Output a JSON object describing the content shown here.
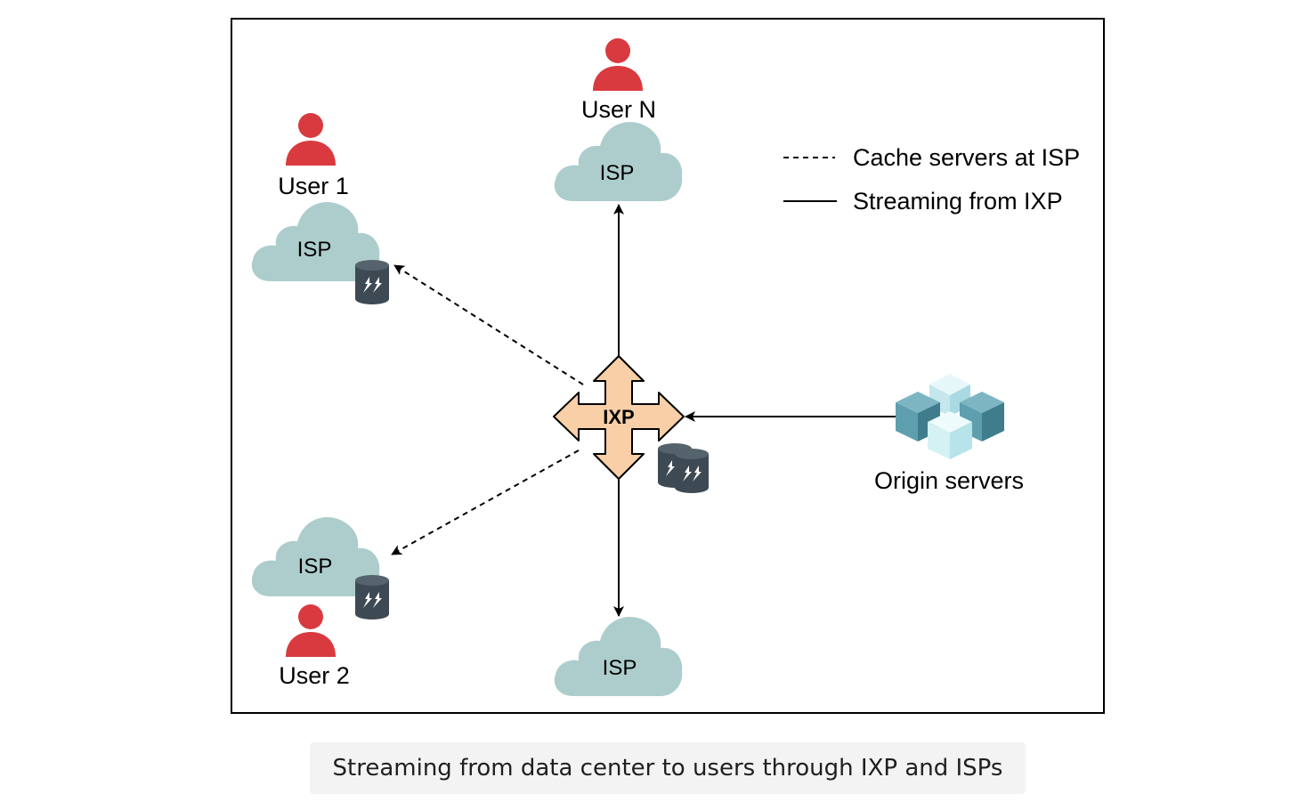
{
  "diagram": {
    "nodes": {
      "user_n": {
        "label": "User N"
      },
      "user_1": {
        "label": "User 1"
      },
      "user_2": {
        "label": "User 2"
      },
      "isp_top": {
        "label": "ISP"
      },
      "isp_left_top": {
        "label": "ISP"
      },
      "isp_left_bottom": {
        "label": "ISP"
      },
      "isp_bottom": {
        "label": "ISP"
      },
      "ixp": {
        "label": "IXP"
      },
      "origin": {
        "label": "Origin servers"
      }
    },
    "legend": {
      "dashed": "Cache servers at ISP",
      "solid": "Streaming from IXP"
    },
    "colors": {
      "user": "#d93a3f",
      "cloud": "#adcdcc",
      "ixp": "#f8cfa6",
      "cache": "#3d4a54",
      "origin_dark": "#5e9fae",
      "origin_light": "#d4f1f4"
    }
  },
  "caption": "Streaming from data center to users through IXP and ISPs"
}
